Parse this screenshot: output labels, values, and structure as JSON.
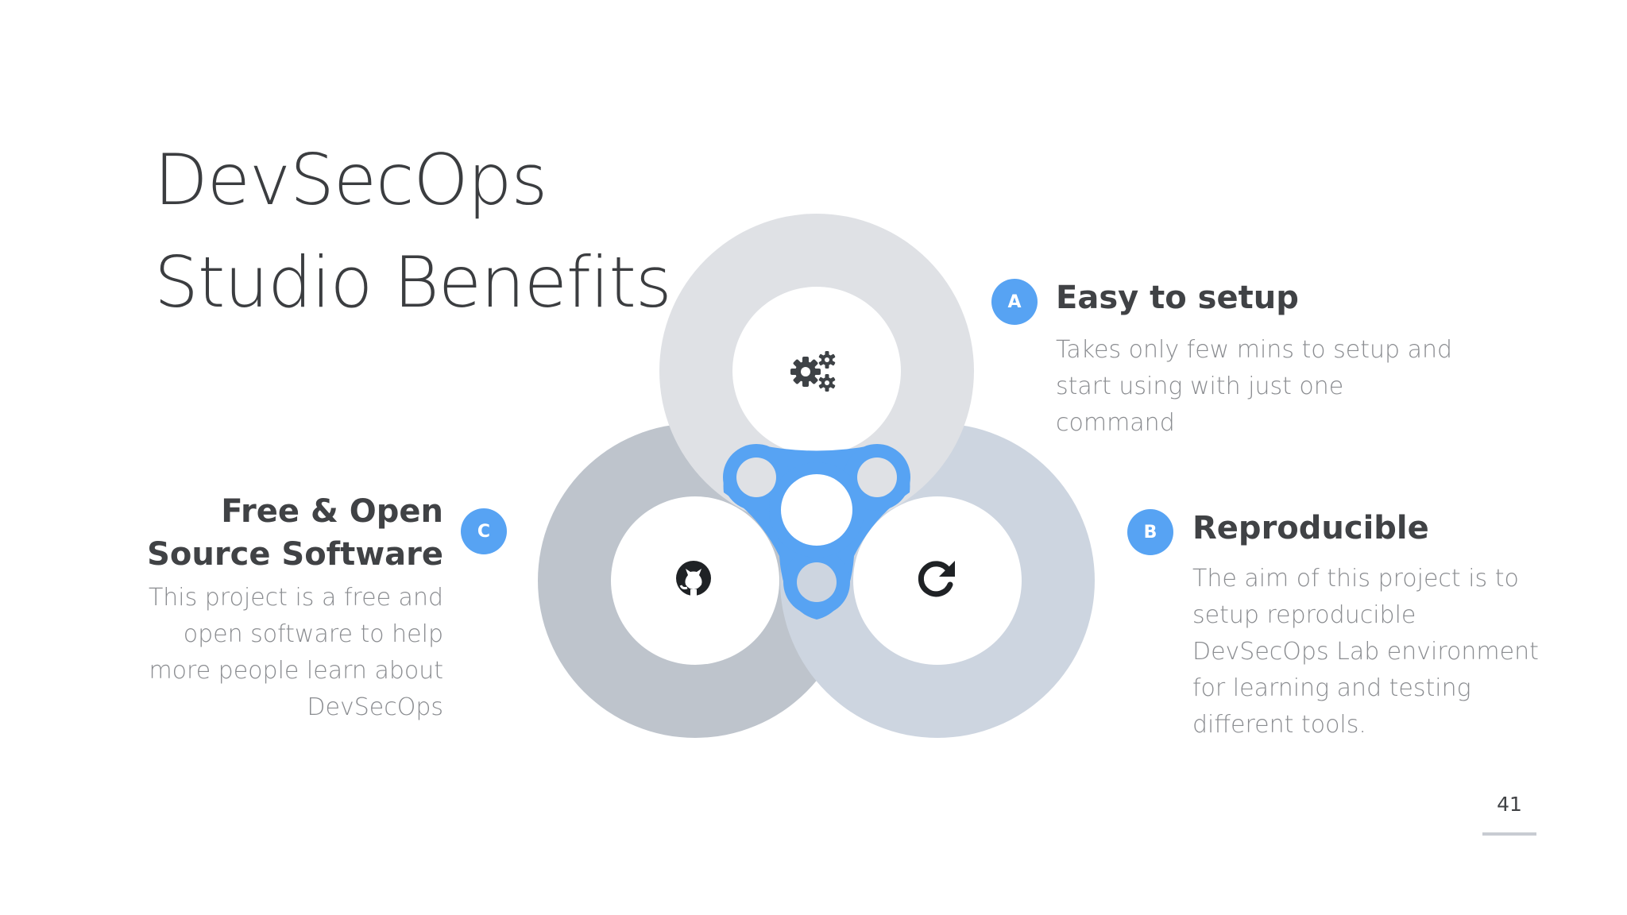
{
  "slide": {
    "title_line1": "DevSecOps",
    "title_line2": "Studio Benefits",
    "page_number": "41"
  },
  "items": {
    "a": {
      "badge": "A",
      "heading": "Easy to setup",
      "text": "Takes only few mins to setup and start using with just one command",
      "icon": "gears-icon"
    },
    "b": {
      "badge": "B",
      "heading": "Reproducible",
      "text": "The aim of this project is to setup reproducible DevSecOps Lab environment for learning and testing different tools.",
      "icon": "refresh-icon"
    },
    "c": {
      "badge": "C",
      "heading": "Free & Open Source Software",
      "text": "This project is a free and open software to help more people learn about DevSecOps",
      "icon": "github-icon"
    }
  },
  "colors": {
    "accent": "#57a3f3",
    "ring_top": "#dfe1e5",
    "ring_left": "#bec4cc",
    "ring_right": "#cdd5e0",
    "heading": "#404245",
    "body_text": "#8a8c90"
  }
}
